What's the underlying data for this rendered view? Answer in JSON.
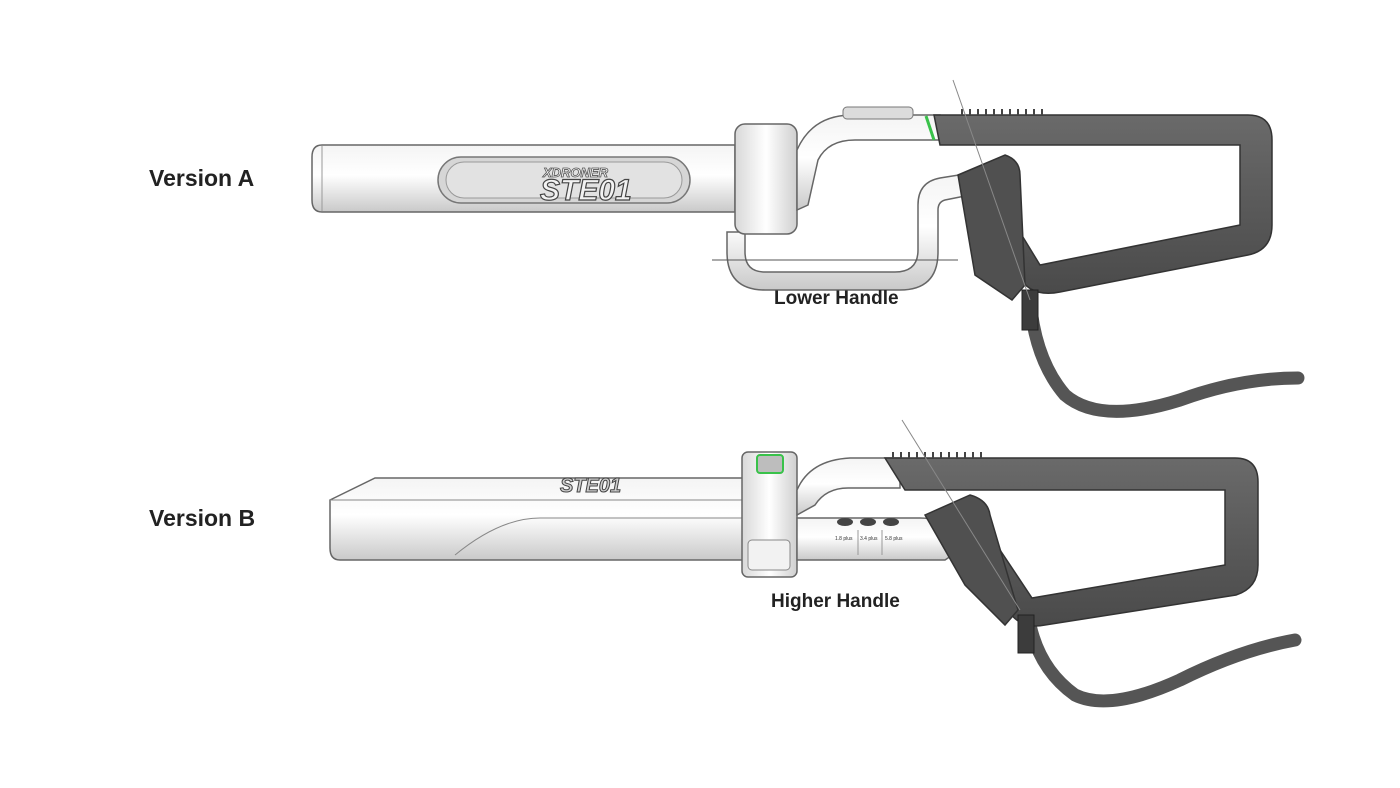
{
  "versions": [
    {
      "name": "Version A",
      "handle_label": "Lower Handle",
      "logo_small": "XDRONER",
      "logo_large": "STE01"
    },
    {
      "name": "Version B",
      "handle_label": "Higher Handle",
      "logo_large": "STE01",
      "button_labels": [
        "1.8 plus",
        "3.4 plus",
        "5.8 plus"
      ]
    }
  ],
  "colors": {
    "metal": "#e6e6e6",
    "metal_dark": "#bfbfbf",
    "outline": "#555555",
    "grip": "#5a5a5a",
    "accent": "#39c24a"
  }
}
